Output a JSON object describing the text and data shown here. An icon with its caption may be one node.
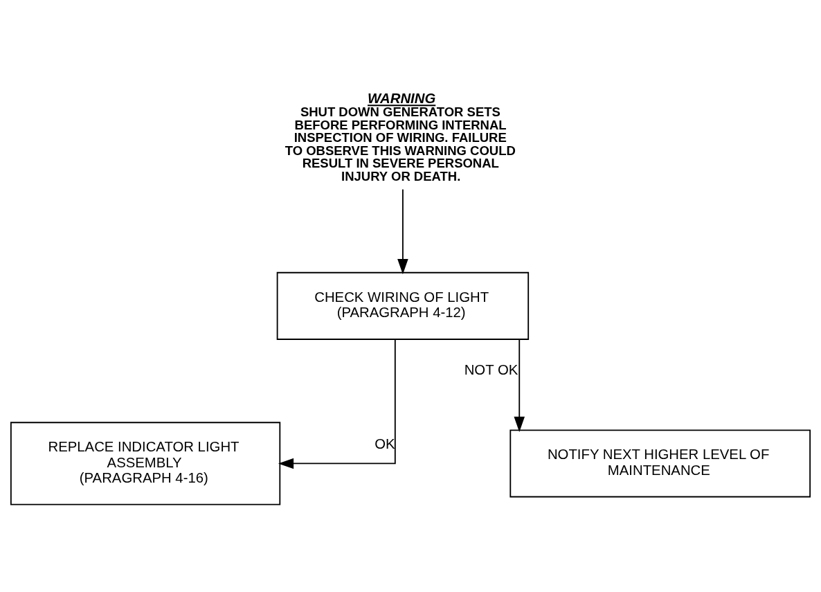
{
  "diagram": {
    "nodes": [
      {
        "text": [
          "WARNING",
          "SHUT DOWN GENERATOR SETS BEFORE PERFORMING INTERNAL INSPECTION OF WIRING. FAILURE TO OBSERVE THIS WARNING COULD RESULT IN SEVERE PERSONAL INJURY OR DEATH."
        ]
      },
      {
        "text": [
          "CHECK WIRING OF LIGHT",
          "(PARAGRAPH 4-12)"
        ]
      },
      {
        "text": [
          "REPLACE INDICATOR LIGHT ASSEMBLY",
          "(PARAGRAPH 4-16)"
        ]
      },
      {
        "text": [
          "NOTIFY NEXT HIGHER LEVEL OF MAINTENANCE"
        ]
      }
    ],
    "edges": [
      {
        "from": 0,
        "to": 1,
        "arrow": "to"
      },
      {
        "from": 1,
        "to": 2,
        "arrow": "to",
        "label": "OK"
      },
      {
        "from": 1,
        "to": 3,
        "arrow": "to",
        "label": "NOT OK"
      }
    ]
  }
}
